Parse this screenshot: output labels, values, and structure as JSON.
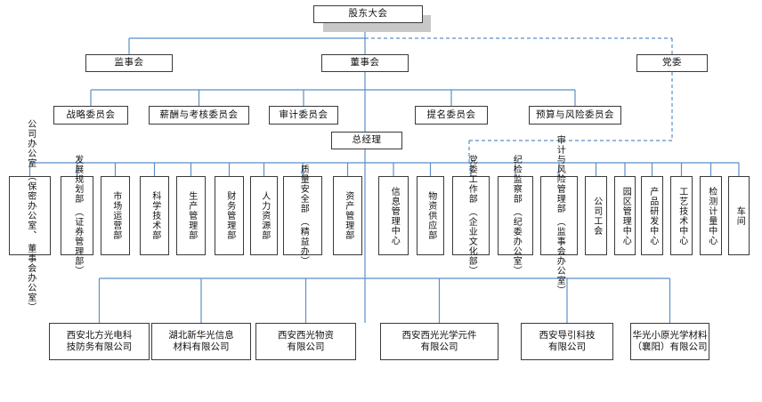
{
  "chart_data": {
    "type": "org-chart",
    "root": "股东大会",
    "level1": [
      "监事会",
      "董事会",
      "党委"
    ],
    "board_committees": [
      "战略委员会",
      "薪酬与考核委员会",
      "审计委员会",
      "提名委员会",
      "预算与风险委员会"
    ],
    "gm": "总经理",
    "departments": [
      "公司办公室\n（保密办公室、\n董事会办公室）",
      "发展规划部\n（证券管理部）",
      "市场运营部",
      "科学技术部",
      "生产管理部",
      "财务管理部",
      "人力资源部",
      "质量安全部\n（精益办）",
      "资产管理部",
      "信息管理中心",
      "物资供应部",
      "党委工作部\n（企业文化部）",
      "纪检监察部\n（纪委办公室）",
      "审计与风险管理部\n（监事会办公室）",
      "公司工会",
      "园区管理中心",
      "产品研发中心",
      "工艺技术中心",
      "检测计量中心",
      "车间"
    ],
    "subsidiaries": [
      "西安北方光电科\n技防务有限公司",
      "湖北新华光信息\n材料有限公司",
      "西安西光物资\n有限公司",
      "西安西光光学元件\n有限公司",
      "西安导引科技\n有限公司",
      "华光小原光学材料\n（襄阳）有限公司"
    ]
  },
  "colors": {
    "line": "#5b8fc7",
    "border": "#3a3a3a",
    "shadow": "#c8c8c8"
  }
}
